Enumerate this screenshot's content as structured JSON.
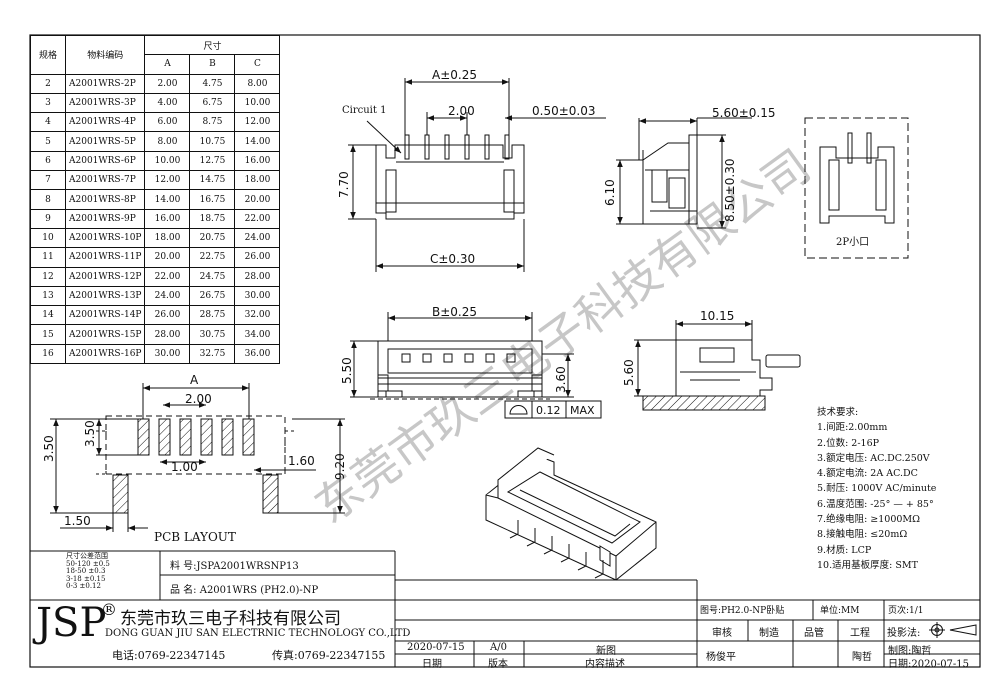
{
  "spec_table": {
    "headers": {
      "spec": "规格",
      "part_no": "物料编码",
      "size": "尺寸",
      "a": "A",
      "b": "B",
      "c": "C"
    },
    "rows": [
      [
        "2",
        "A2001WRS-2P",
        "2.00",
        "4.75",
        "8.00"
      ],
      [
        "3",
        "A2001WRS-3P",
        "4.00",
        "6.75",
        "10.00"
      ],
      [
        "4",
        "A2001WRS-4P",
        "6.00",
        "8.75",
        "12.00"
      ],
      [
        "5",
        "A2001WRS-5P",
        "8.00",
        "10.75",
        "14.00"
      ],
      [
        "6",
        "A2001WRS-6P",
        "10.00",
        "12.75",
        "16.00"
      ],
      [
        "7",
        "A2001WRS-7P",
        "12.00",
        "14.75",
        "18.00"
      ],
      [
        "8",
        "A2001WRS-8P",
        "14.00",
        "16.75",
        "20.00"
      ],
      [
        "9",
        "A2001WRS-9P",
        "16.00",
        "18.75",
        "22.00"
      ],
      [
        "10",
        "A2001WRS-10P",
        "18.00",
        "20.75",
        "24.00"
      ],
      [
        "11",
        "A2001WRS-11P",
        "20.00",
        "22.75",
        "26.00"
      ],
      [
        "12",
        "A2001WRS-12P",
        "22.00",
        "24.75",
        "28.00"
      ],
      [
        "13",
        "A2001WRS-13P",
        "24.00",
        "26.75",
        "30.00"
      ],
      [
        "14",
        "A2001WRS-14P",
        "26.00",
        "28.75",
        "32.00"
      ],
      [
        "15",
        "A2001WRS-15P",
        "28.00",
        "30.75",
        "34.00"
      ],
      [
        "16",
        "A2001WRS-16P",
        "30.00",
        "32.75",
        "36.00"
      ]
    ]
  },
  "dims": {
    "a_tol": "A±0.25",
    "pitch": "2.00",
    "pin_w": "0.50±0.03",
    "circuit": "Circuit 1",
    "h770": "7.70",
    "c_tol": "C±0.30",
    "w560": "5.60±0.15",
    "h610": "6.10",
    "h850": "8.50±0.30",
    "small_mouth": "2P小口",
    "b_tol": "B±0.25",
    "h550": "5.50",
    "h360": "3.60",
    "flat_sym": "0.12",
    "flat_max": "MAX",
    "d1015": "10.15",
    "h560": "5.60",
    "pcb_a": "A",
    "pcb_pitch": "2.00",
    "pcb_350a": "3.50",
    "pcb_350b": "3.50",
    "pcb_100": "1.00",
    "pcb_160": "1.60",
    "pcb_920": "9.20",
    "pcb_150": "1.50",
    "pcb_label": "PCB LAYOUT"
  },
  "watermark": "东莞市玖三电子科技有限公司",
  "notes": {
    "title": "技术要求:",
    "items": [
      "1.间距:2.00mm",
      "2.位数: 2-16P",
      "3.额定电压: AC.DC.250V",
      "4.额定电流: 2A AC.DC",
      "5.耐压: 1000V AC/minute",
      "6.温度范围: -25° — + 85°",
      "7.绝缘电阻: ≥1000MΩ",
      "8.接触电阻: ≤20mΩ",
      "9.材质: LCP",
      "10.适用基板厚度: SMT"
    ]
  },
  "tolerance": {
    "title": "尺寸公差范围",
    "rows": [
      "50-120  ±0.5",
      "18-50   ±0.3",
      "3-18    ±0.15",
      "0-3     ±0.12"
    ]
  },
  "title_block": {
    "material_no": "料  号:JSPA2001WRSNP13",
    "product_name": "品  名: A2001WRS (PH2.0)-NP",
    "logo": "JSP",
    "reg": "®",
    "company_cn": "东莞市玖三电子科技有限公司",
    "company_en": "DONG GUAN JIU SAN ELECTRNIC TECHNOLOGY CO.,LTD",
    "phone": "电话:0769-22347145",
    "fax": "传真:0769-22347155",
    "date": "2020-07-15",
    "version": "A/0",
    "desc": "新图",
    "h_date": "日期",
    "h_version": "版本",
    "h_desc": "内容描述",
    "drawing_no": "图号:PH2.0-NP卧贴",
    "unit": "单位:MM",
    "page": "页次:1/1",
    "review": "审核",
    "manufacture": "制造",
    "quality": "品管",
    "engineering": "工程",
    "projection": "投影法:",
    "reviewer": "杨俊平",
    "engineer": "陶哲",
    "drafter": "制图:陶哲",
    "draw_date": "日期:2020-07-15"
  }
}
